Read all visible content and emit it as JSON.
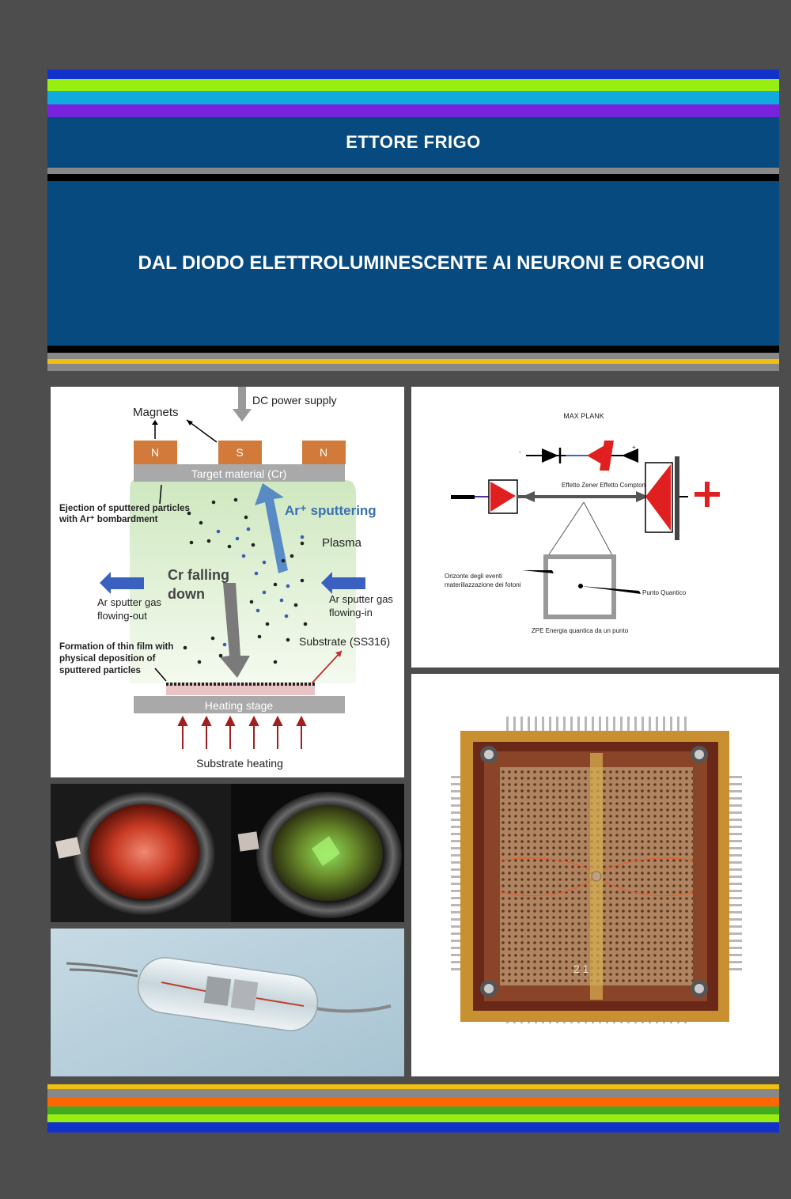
{
  "cover": {
    "author": "ETTORE  FRIGO",
    "title": "DAL DIODO ELETTROLUMINESCENTE AI NEURONI E ORGONI"
  },
  "colors": {
    "background": "#4d4d4d",
    "title_block": "#064a80",
    "band_blue": "#1133cc",
    "band_lime": "#99ee11",
    "band_cyan": "#11aadd",
    "band_purple": "#7722dd",
    "band_gray": "#888888",
    "band_yellow": "#f0c010",
    "band_orange": "#ff6600",
    "band_green": "#44aa22"
  },
  "sputtering_diagram": {
    "dc_power": "DC power supply",
    "magnets": "Magnets",
    "magnet_n1": "N",
    "magnet_s": "S",
    "magnet_n2": "N",
    "target": "Target material (Cr)",
    "ejection_line1": "Ejection of sputtered particles",
    "ejection_line2": "with Ar⁺ bombardment",
    "ar_sputtering": "Ar⁺ sputtering",
    "plasma": "Plasma",
    "cr_falling_line1": "Cr falling",
    "cr_falling_line2": "down",
    "gas_out_line1": "Ar sputter gas",
    "gas_out_line2": "flowing-out",
    "gas_in_line1": "Ar sputter gas",
    "gas_in_line2": "flowing-in",
    "substrate": "Substrate (SS316)",
    "formation_line1": "Formation of thin film with",
    "formation_line2": "physical deposition of",
    "formation_line3": "sputtered particles",
    "heating_stage": "Heating stage",
    "substrate_heating": "Substrate heating"
  },
  "quantum_diagram": {
    "title": "MAX PLANK",
    "minus_small": "-",
    "plus_small": "+",
    "effects": "Effetto Zener Effetto Compton",
    "horizon_line1": "Orizonte degli eventi",
    "horizon_line2": "materiliazzazione dei fotoni",
    "quantum_point": "Punto Quantico",
    "zpe": "ZPE Energia quantica da un punto"
  },
  "memory_board": {
    "marking": "2 1"
  }
}
